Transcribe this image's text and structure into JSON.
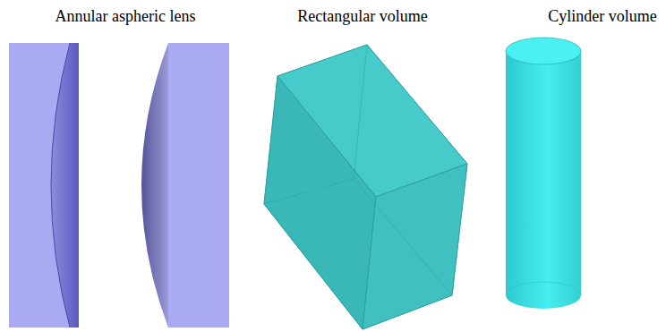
{
  "diagram": {
    "labels": [
      "Annular aspheric lens",
      "Rectangular volume",
      "Cylinder volume"
    ]
  }
}
